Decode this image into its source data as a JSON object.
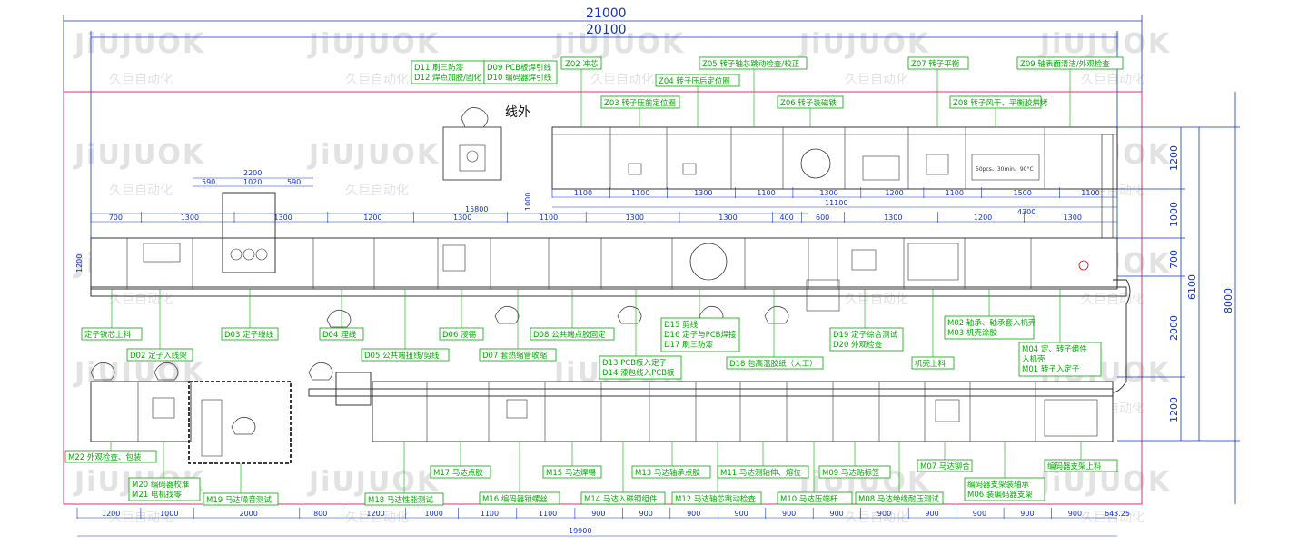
{
  "watermark": {
    "logo_text": "JiUJUOK",
    "company_cn": "久巨自动化"
  },
  "dimensions": {
    "overall_width": "21000",
    "inner_width": "20100",
    "upper_line_length": "11100",
    "middle_line_length": "15800",
    "bottom_line_length": "19900",
    "right_segment": "4300",
    "module_width": "2200",
    "module_sub": [
      "590",
      "1020",
      "590"
    ],
    "left_height": "1200",
    "riser_height": "1000",
    "bottom_end": "643.25",
    "upper_segments": [
      "1100",
      "1100",
      "1300",
      "1100",
      "1300",
      "1200",
      "1100",
      "1500",
      "1100"
    ],
    "middle_segments": [
      "700",
      "1300",
      "1300",
      "1200",
      "1300",
      "1100",
      "1300",
      "1300",
      "400",
      "600",
      "1300",
      "1200",
      "1300"
    ],
    "bottom_segments": [
      "1200",
      "1000",
      "2000",
      "800",
      "1200",
      "1000",
      "1100",
      "1100",
      "900",
      "900",
      "900",
      "900",
      "900",
      "900",
      "900",
      "900",
      "900",
      "900",
      "900"
    ],
    "right_vertical": [
      "1200",
      "1000",
      "700",
      "2000",
      "1200"
    ],
    "right_total_inner": "6100",
    "right_total_outer": "8000"
  },
  "off_line_station": {
    "label": "线外"
  },
  "labels": {
    "d11": "D11 刷三防漆",
    "d12": "D12 焊点加胶/固化",
    "d09": "D09 PCB板焊引线",
    "d10": "D10 编码器焊引线",
    "z02": "Z02 冲芯",
    "z03": "Z03 转子压前定位圈",
    "z04": "Z04 转子压后定位圈",
    "z05": "Z05 转子轴芯跳动检查/校正",
    "z06": "Z06 转子装磁铁",
    "z07": "Z07 转子平衡",
    "z08": "Z08 转子风干、平衡胶烘烤",
    "z09": "Z09 轴表面清洁/外观检查",
    "oven": "50pcs、30min、90°C",
    "d01": "定子铁芯上料",
    "d02": "D02 定子入线架",
    "d03": "D03 定子绕线",
    "d04": "D04 理线",
    "d05": "D05 公共端扭线/剪线",
    "d06": "D06 浸锡",
    "d07": "D07 套热缩管收缩",
    "d08": "D08 公共端点胶固定",
    "d13": "D13 PCB板入定子",
    "d14": "D14 漆包线入PCB板",
    "d15": "D15 剪线",
    "d16": "D16 定子与PCB焊接",
    "d17": "D17 刷三防漆",
    "d18": "D18 包高温胶纸（人工）",
    "d19": "D19 定子综合测试",
    "d20": "D20 外观检查",
    "m02": "M02 轴承、轴承套入机壳",
    "m03": "M03 机壳涂胶",
    "m04a": "M04 定、转子组件",
    "m04b": "入机壳",
    "m01": "M01 转子入定子",
    "housing_load": "机壳上料",
    "m22": "M22 外观检查、包装",
    "m20": "M20 编码器校准",
    "m21": "M21 电机找零",
    "m19": "M19 马达噪音测试",
    "m18": "M18 马达性能测试",
    "m17": "M17 马达点胶",
    "m16": "M16 编码器锁螺丝",
    "m15": "M15 马达焊锡",
    "m14": "M14 马达入磁钢组件",
    "m13": "M13 马达轴承点胶",
    "m12": "M12 马达轴芯跳动检查",
    "m11": "M11 马达测轴伸、熔位",
    "m10": "M10 马达压端杆",
    "m09": "M09 马达贴标签",
    "m08": "M08 马达绝缘耐压测试",
    "m07": "M07 马达铆合",
    "m05": "编码器支架装轴承",
    "m06": "M06 装编码器支架",
    "encoder_load": "编码器支架上料"
  }
}
